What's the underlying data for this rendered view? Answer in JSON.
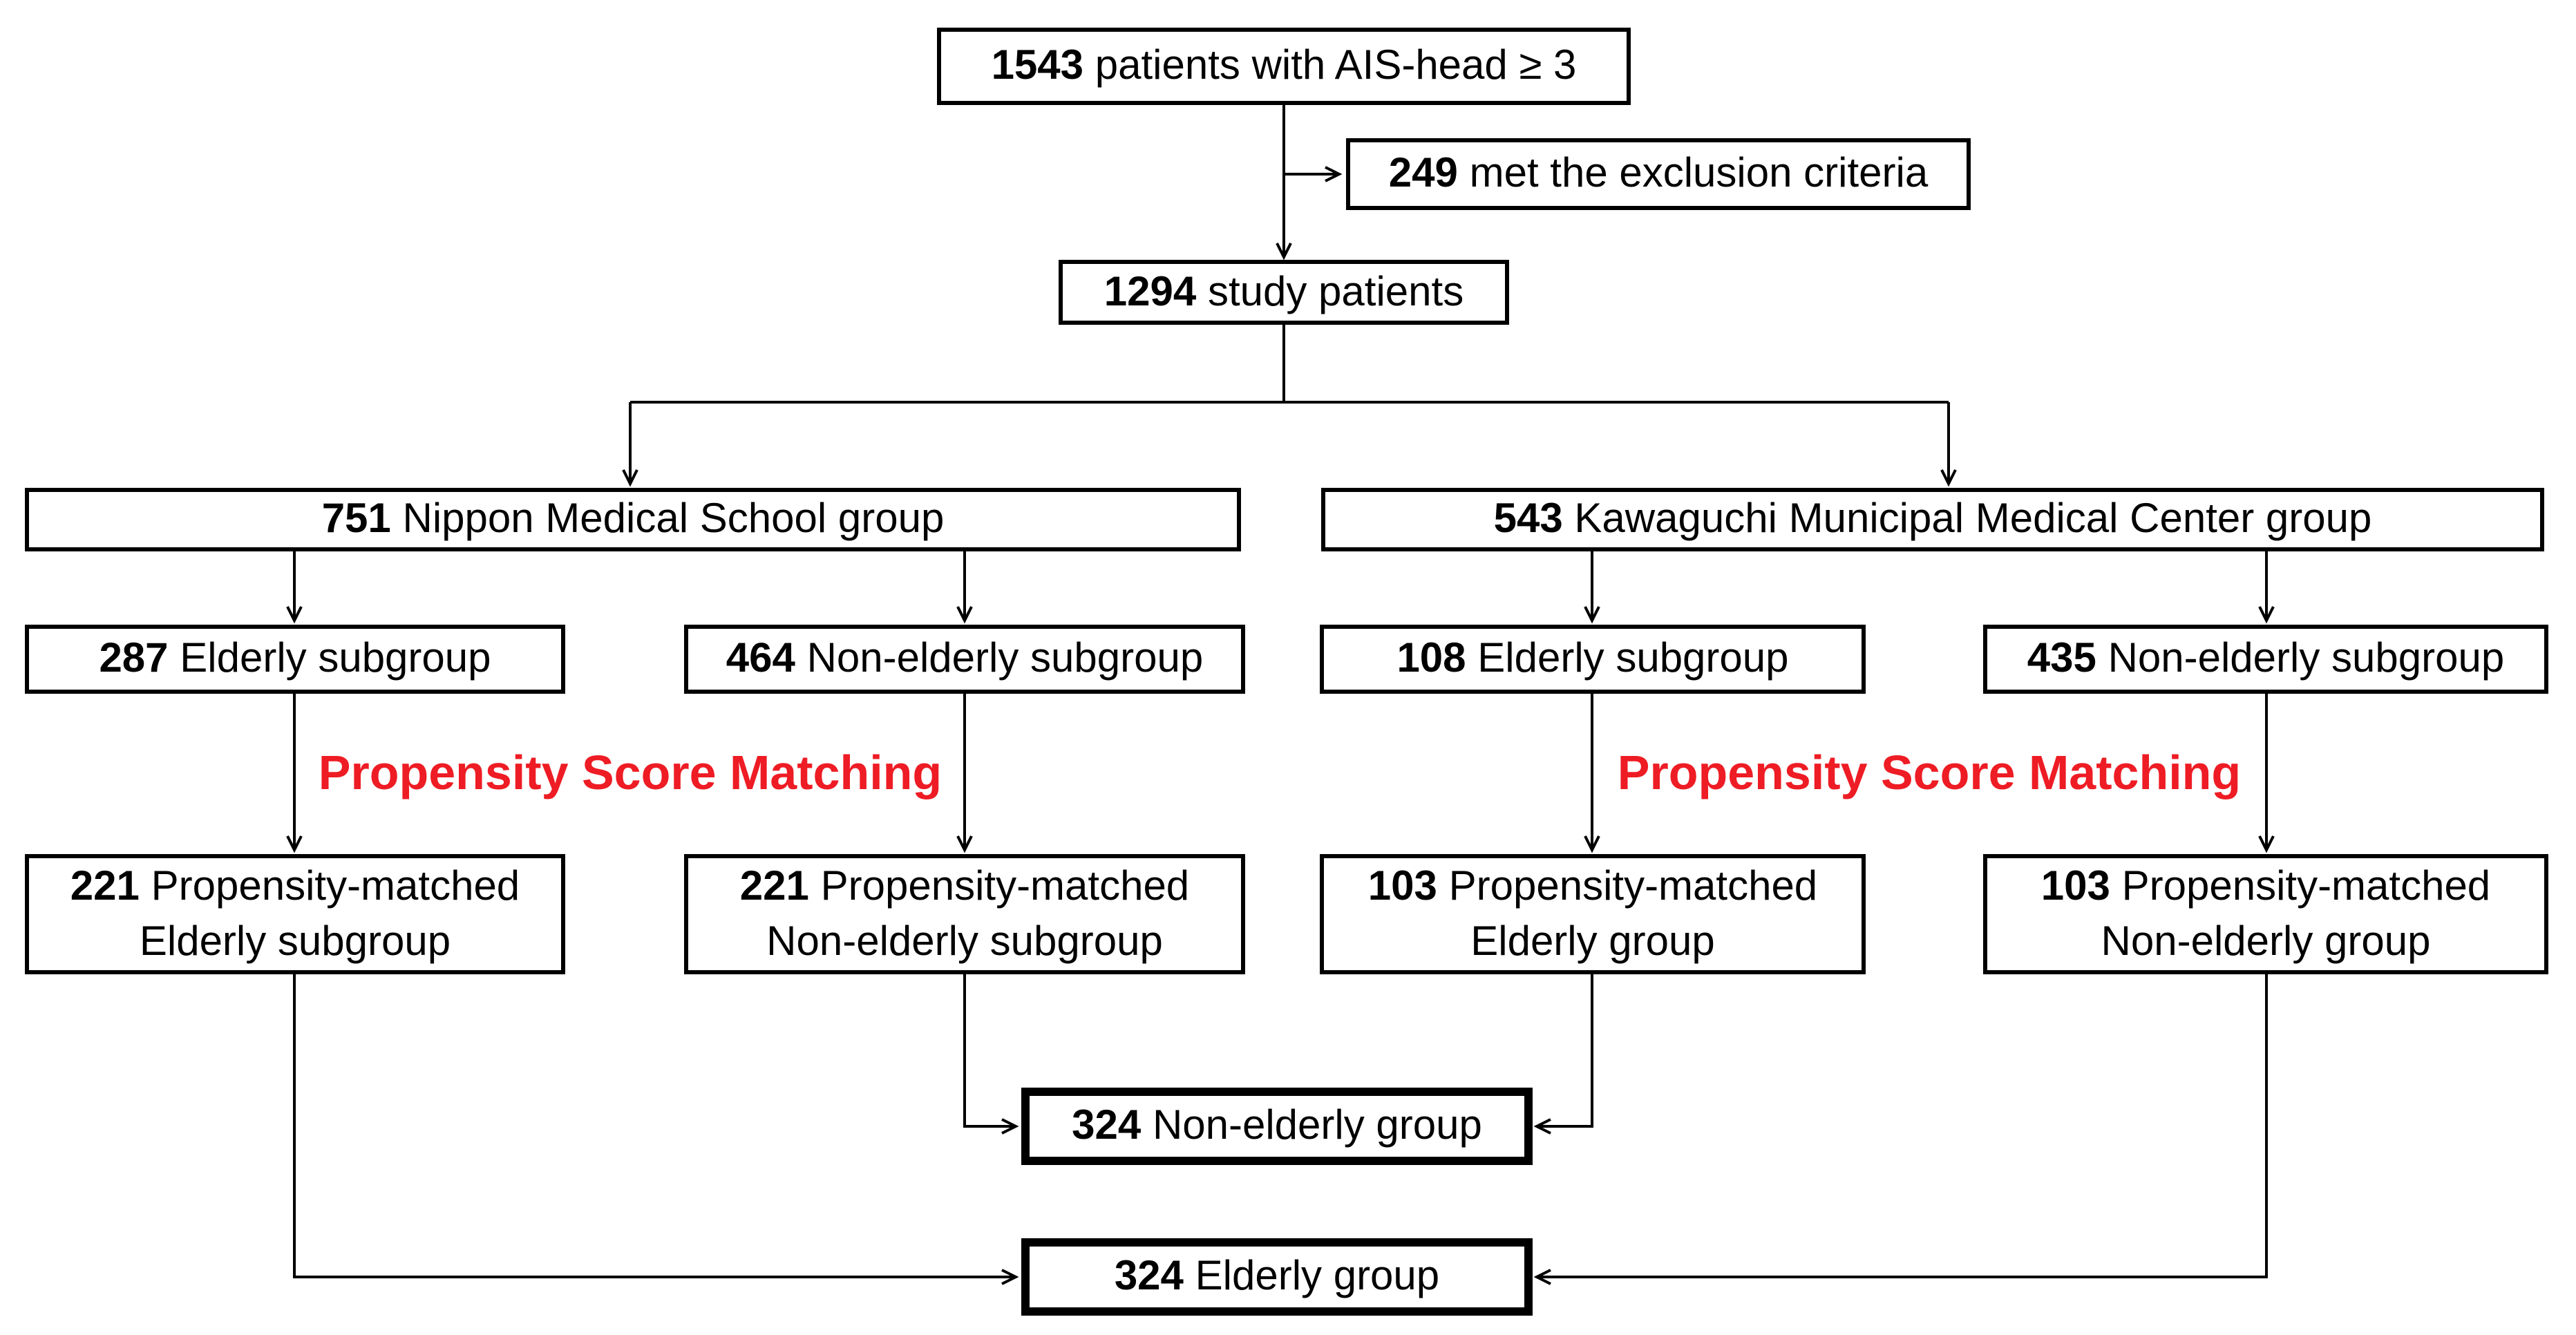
{
  "figure": {
    "kind": "patient-flow-diagram",
    "background": "#ffffff",
    "line_color": "#000000",
    "accent_red": "#ee1c24"
  },
  "nodes": {
    "total": {
      "number": "1543",
      "label": "patients with AIS-head ≥ 3"
    },
    "excluded": {
      "number": "249",
      "label": "met the exclusion criteria"
    },
    "study": {
      "number": "1294",
      "label": "study patients"
    },
    "nms": {
      "number": "751",
      "label": "Nippon Medical School group"
    },
    "kmmc": {
      "number": "543",
      "label": "Kawaguchi Municipal Medical Center group"
    },
    "nms_elderly": {
      "number": "287",
      "label": "Elderly subgroup"
    },
    "nms_non_elderly": {
      "number": "464",
      "label": "Non-elderly subgroup"
    },
    "kmmc_elderly": {
      "number": "108",
      "label": "Elderly subgroup"
    },
    "kmmc_non_elderly": {
      "number": "435",
      "label": "Non-elderly subgroup"
    },
    "nms_matched_elderly": {
      "number": "221",
      "label": "Propensity-matched Elderly subgroup"
    },
    "nms_matched_non_elderly": {
      "number": "221",
      "label": "Propensity-matched Non-elderly subgroup"
    },
    "kmmc_matched_elderly": {
      "number": "103",
      "label": "Propensity-matched Elderly group"
    },
    "kmmc_matched_non_elderly": {
      "number": "103",
      "label": "Propensity-matched Non-elderly group"
    },
    "combined_non_elderly": {
      "number": "324",
      "label": "Non-elderly group"
    },
    "combined_elderly": {
      "number": "324",
      "label": "Elderly group"
    }
  },
  "annotations": {
    "psm_left": "Propensity Score Matching",
    "psm_right": "Propensity Score Matching"
  }
}
